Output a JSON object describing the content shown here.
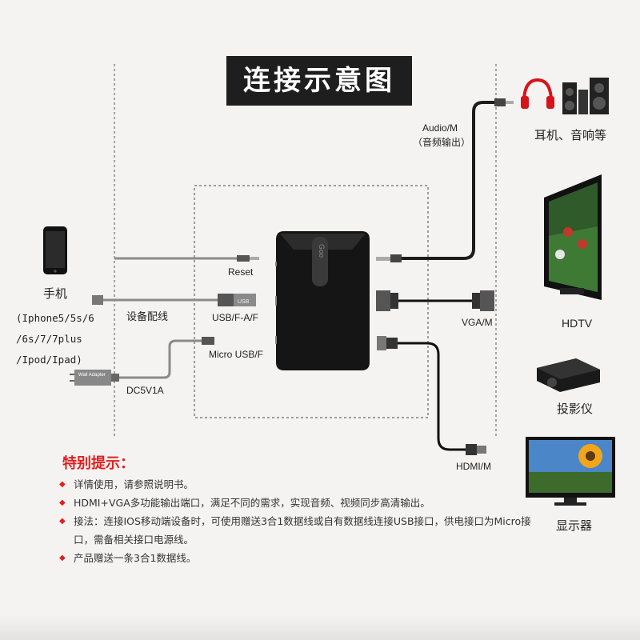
{
  "title": "连接示意图",
  "labels": {
    "audio_port": "Audio/M",
    "audio_port_cn": "（音频输出）",
    "reset": "Reset",
    "usb_port": "USB/F-A/F",
    "micro_usb_port": "Micro USB/F",
    "dc": "DC5V1A",
    "cable": "设备配线",
    "vga": "VGA/M",
    "hdmi": "HDMI/M",
    "device_text": "Goo",
    "adapter_text": "Wall Adapter",
    "usb_plug_text": "USB"
  },
  "phone": {
    "name": "手机",
    "models": [
      "(Iphone5/5s/6",
      "/6s/7/7plus",
      "/Ipod/Ipad)"
    ]
  },
  "outputs": {
    "headphones": "耳机、音响等",
    "hdtv": "HDTV",
    "projector": "投影仪",
    "monitor": "显示器"
  },
  "tips": {
    "title": "特别提示：",
    "items": [
      "详情使用，请参照说明书。",
      "HDMI+VGA多功能输出端口，满足不同的需求，实现音频、视频同步高清输出。",
      "接法：连接IOS移动端设备时，可使用赠送3合1数据线或自有数据线连接USB接口，供电接口为Micro接口，需备相关接口电源线。",
      "产品赠送一条3合1数据线。"
    ]
  },
  "colors": {
    "accent": "#e02020",
    "title_bg": "#1e1e1e",
    "cable": "#7a7a7a"
  }
}
